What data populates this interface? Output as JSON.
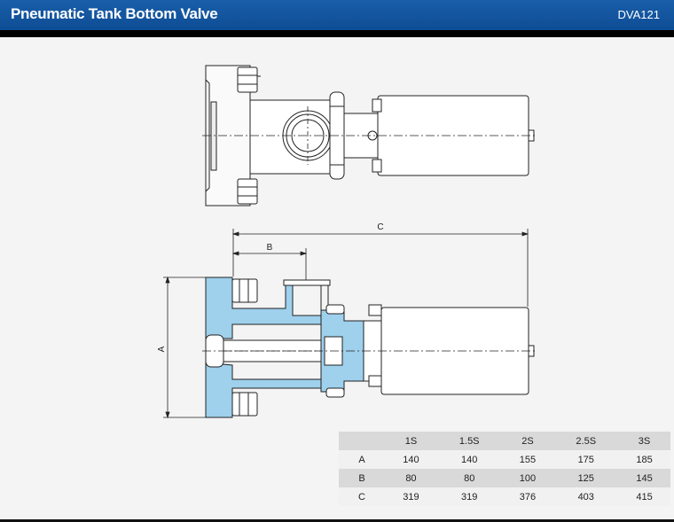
{
  "header": {
    "title": "Pneumatic Tank Bottom Valve",
    "code": "DVA121"
  },
  "drawing": {
    "dim_labels": {
      "a": "A",
      "b": "B",
      "c": "C"
    },
    "colors": {
      "section_fill": "#9fd0ec",
      "line": "#222222",
      "header_bg": "#1a5ea9"
    }
  },
  "table": {
    "columns": [
      "1S",
      "1.5S",
      "2S",
      "2.5S",
      "3S"
    ],
    "rows": [
      {
        "label": "A",
        "values": [
          "140",
          "140",
          "155",
          "175",
          "185"
        ]
      },
      {
        "label": "B",
        "values": [
          "80",
          "80",
          "100",
          "125",
          "145"
        ]
      },
      {
        "label": "C",
        "values": [
          "319",
          "319",
          "376",
          "403",
          "415"
        ]
      }
    ]
  }
}
